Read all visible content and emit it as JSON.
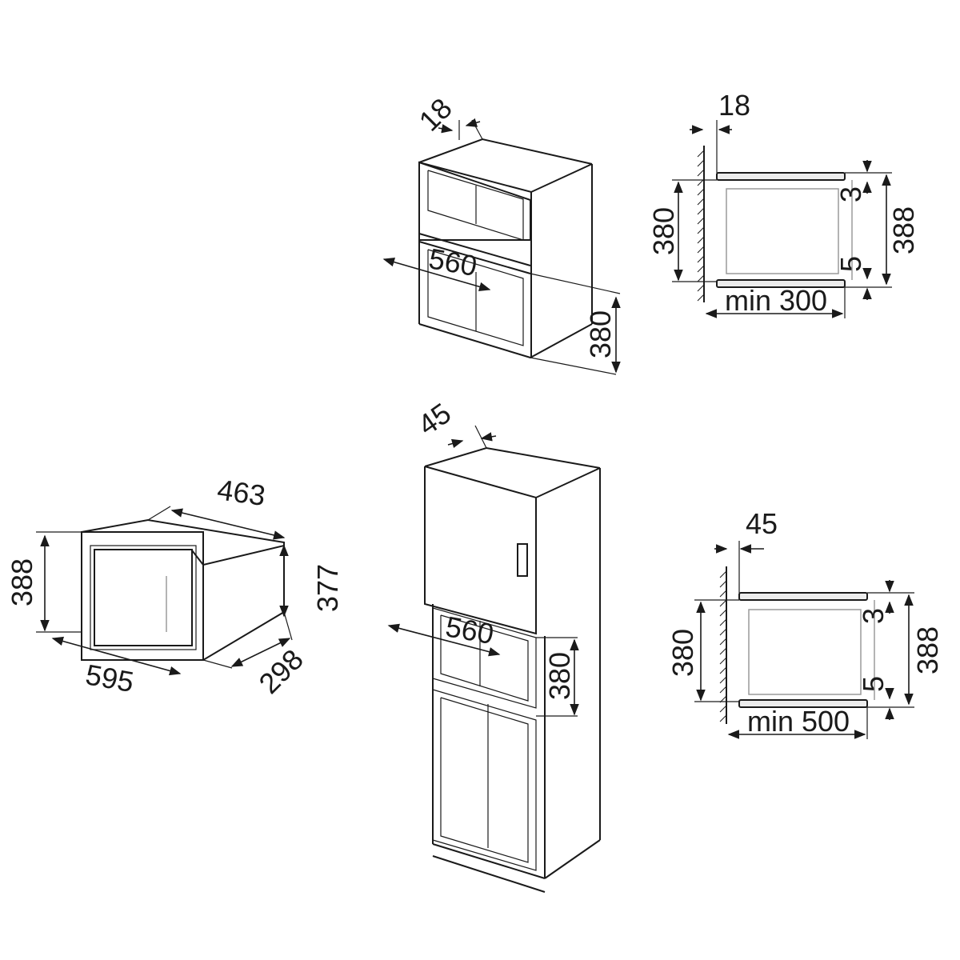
{
  "microwave": {
    "height_label": "388",
    "depth_label": "463",
    "side_height_label": "377",
    "width_label": "595",
    "side_depth_label": "298"
  },
  "wall_cabinet": {
    "panel_label": "18",
    "width_label": "560",
    "height_label": "380"
  },
  "tall_cabinet": {
    "panel_label": "45",
    "width_label": "560",
    "height_label": "380"
  },
  "section_top": {
    "panel_label": "18",
    "opening_label": "380",
    "outer_label": "388",
    "top_gap_label": "3",
    "bottom_gap_label": "5",
    "depth_label": "min 300"
  },
  "section_bottom": {
    "panel_label": "45",
    "opening_label": "380",
    "outer_label": "388",
    "top_gap_label": "3",
    "bottom_gap_label": "5",
    "depth_label": "min 500"
  }
}
